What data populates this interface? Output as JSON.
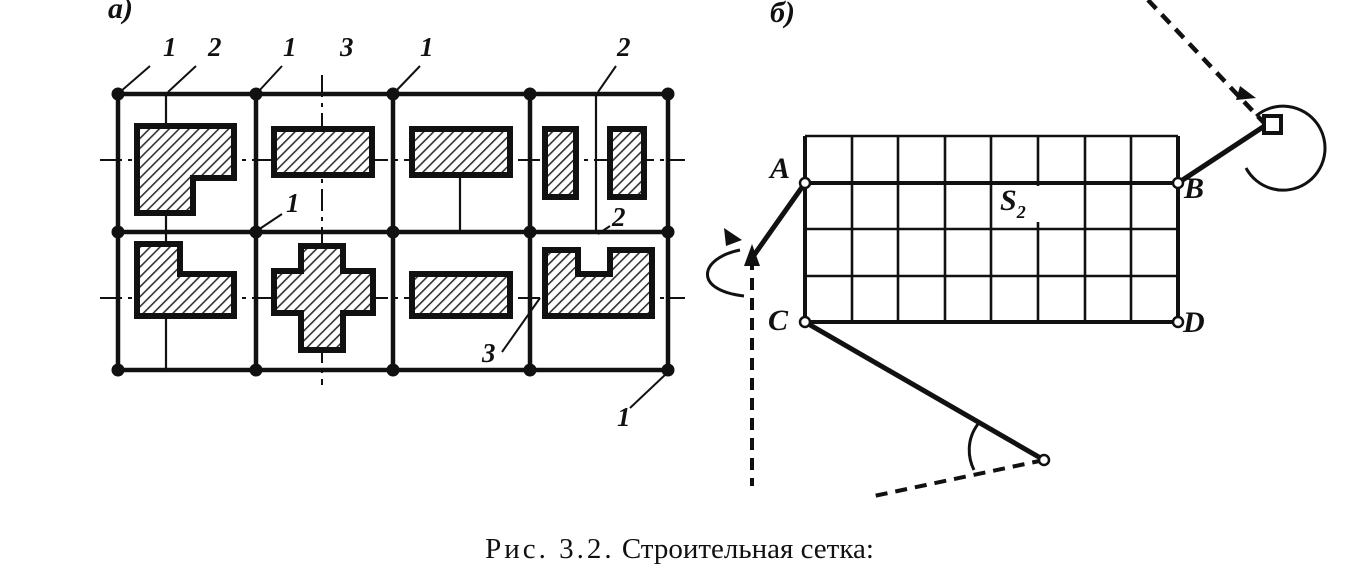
{
  "panel_a": {
    "label": "а)",
    "grid_labels": [
      "1",
      "2",
      "1",
      "3",
      "1",
      "2",
      "1",
      "2",
      "3",
      "1"
    ]
  },
  "panel_b": {
    "label": "б)",
    "points": [
      "A",
      "B",
      "C",
      "D"
    ],
    "area_label": "S",
    "area_subscript": "2"
  },
  "caption": {
    "prefix": "Рис. 3.2.",
    "text": "Строительная сетка:"
  }
}
